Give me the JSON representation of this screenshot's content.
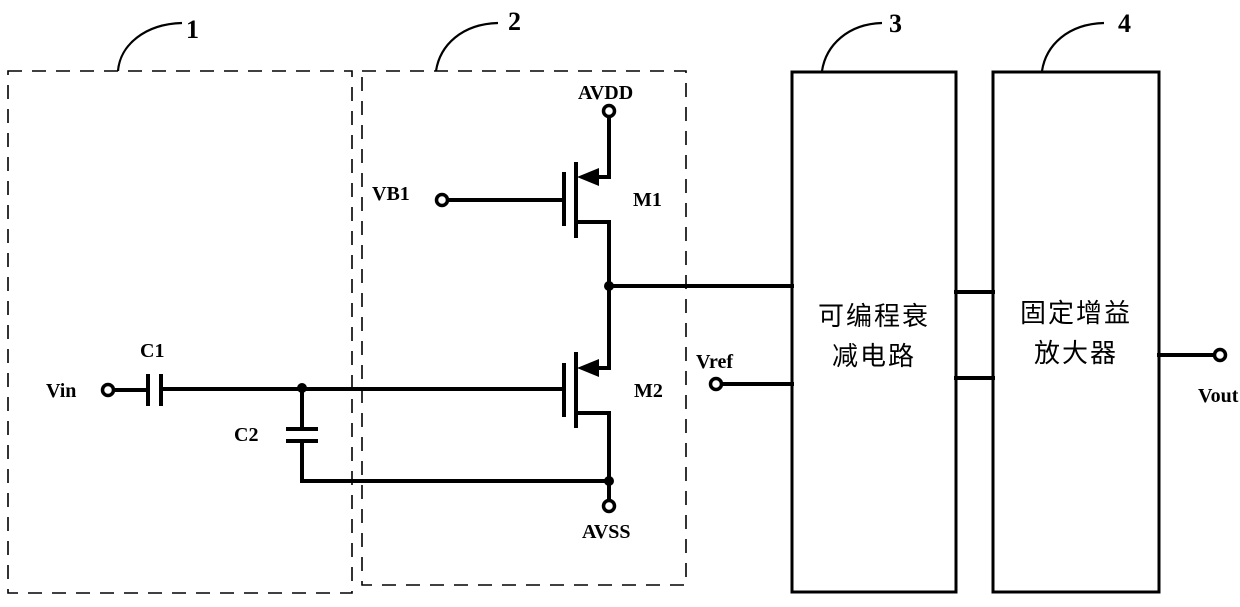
{
  "diagram": {
    "blocks": [
      {
        "id": "1",
        "number": "1",
        "style": "dashed"
      },
      {
        "id": "2",
        "number": "2",
        "style": "dashed"
      },
      {
        "id": "3",
        "number": "3",
        "style": "solid",
        "text_lines": [
          "可编程衰",
          "减电路"
        ]
      },
      {
        "id": "4",
        "number": "4",
        "style": "solid",
        "text_lines": [
          "固定增益",
          "放大器"
        ]
      }
    ],
    "terminals": {
      "vin": "Vin",
      "vb1": "VB1",
      "avdd": "AVDD",
      "avss": "AVSS",
      "vref": "Vref",
      "vout": "Vout"
    },
    "components": {
      "c1": "C1",
      "c2": "C2",
      "m1": "M1",
      "m2": "M2"
    }
  }
}
